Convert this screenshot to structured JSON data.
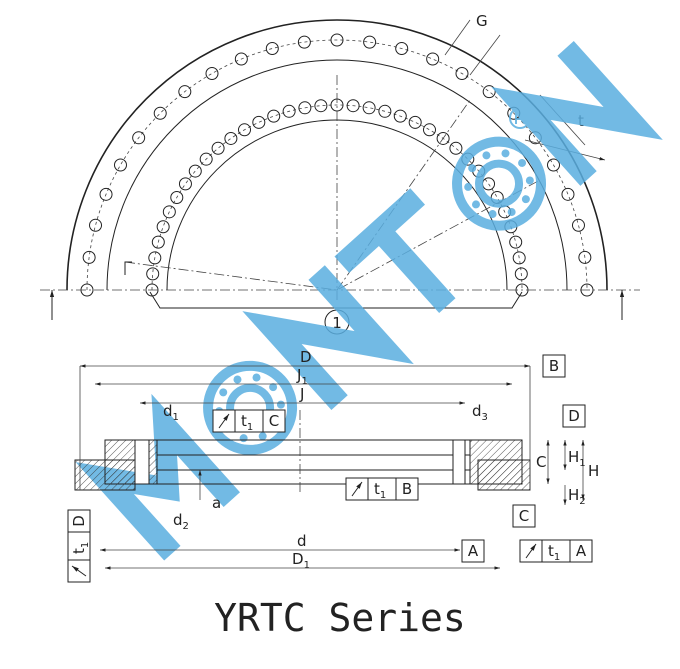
{
  "title": "YRTC Series",
  "watermark": {
    "text": "MONTON",
    "color": "#5aaee0",
    "registered": "®"
  },
  "top_view": {
    "callout": "1",
    "G": "G",
    "t": "t"
  },
  "dimensions": {
    "D": {
      "main": "D",
      "sub": ""
    },
    "J1": {
      "main": "J",
      "sub": "1"
    },
    "J": {
      "main": "J",
      "sub": ""
    },
    "d1": {
      "main": "d",
      "sub": "1"
    },
    "d3": {
      "main": "d",
      "sub": "3"
    },
    "d2": {
      "main": "d",
      "sub": "2"
    },
    "a": {
      "main": "a",
      "sub": ""
    },
    "d": {
      "main": "d",
      "sub": ""
    },
    "D1": {
      "main": "D",
      "sub": "1"
    },
    "C": {
      "main": "C",
      "sub": ""
    },
    "H1": {
      "main": "H",
      "sub": "1"
    },
    "H": {
      "main": "H",
      "sub": ""
    },
    "H2": {
      "main": "H",
      "sub": "2"
    }
  },
  "datums": {
    "B": "B",
    "D": "D",
    "C": "C",
    "A": "A"
  },
  "tolerance_frames": [
    {
      "symbol": "runout-arrow-icon",
      "value": "t",
      "sub": "1",
      "datum": "C"
    },
    {
      "symbol": "runout-arrow-icon",
      "value": "t",
      "sub": "1",
      "datum": "B"
    },
    {
      "symbol": "runout-arrow-icon",
      "value": "t",
      "sub": "1",
      "datum": "A"
    },
    {
      "symbol": "runout-arrow-icon",
      "value": "t",
      "sub": "1",
      "datum": "D"
    }
  ]
}
